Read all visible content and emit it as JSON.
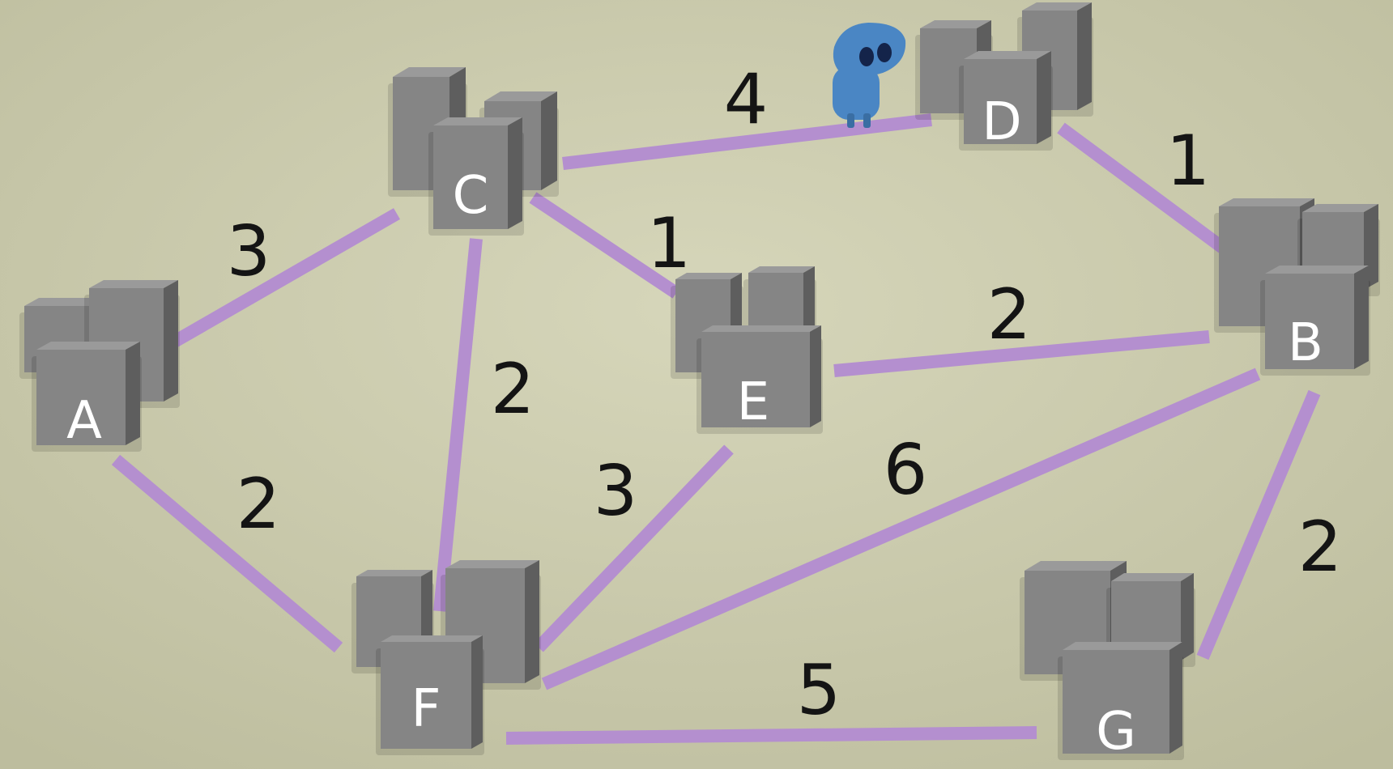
{
  "colors": {
    "ground": "#cfcfb2",
    "edge": "#b48fcf",
    "box_front": "#858585",
    "box_top": "#9a9a9a",
    "box_side": "#5e5e5e",
    "letter": "#ffffff",
    "weight": "#141414",
    "robot": "#4a86c4"
  },
  "nodes": [
    {
      "id": "A",
      "label": "A"
    },
    {
      "id": "B",
      "label": "B"
    },
    {
      "id": "C",
      "label": "C"
    },
    {
      "id": "D",
      "label": "D"
    },
    {
      "id": "E",
      "label": "E"
    },
    {
      "id": "F",
      "label": "F"
    },
    {
      "id": "G",
      "label": "G"
    }
  ],
  "edges": [
    {
      "from": "C",
      "to": "D",
      "weight": "4"
    },
    {
      "from": "D",
      "to": "B",
      "weight": "1"
    },
    {
      "from": "C",
      "to": "A",
      "weight": "3"
    },
    {
      "from": "C",
      "to": "E",
      "weight": "1"
    },
    {
      "from": "E",
      "to": "B",
      "weight": "2"
    },
    {
      "from": "C",
      "to": "F",
      "weight": "2"
    },
    {
      "from": "A",
      "to": "F",
      "weight": "2"
    },
    {
      "from": "E",
      "to": "F",
      "weight": "3"
    },
    {
      "from": "F",
      "to": "B",
      "weight": "6"
    },
    {
      "from": "B",
      "to": "G",
      "weight": "2"
    },
    {
      "from": "F",
      "to": "G",
      "weight": "5"
    }
  ],
  "agent": {
    "icon": "robot-icon",
    "at": "D"
  }
}
